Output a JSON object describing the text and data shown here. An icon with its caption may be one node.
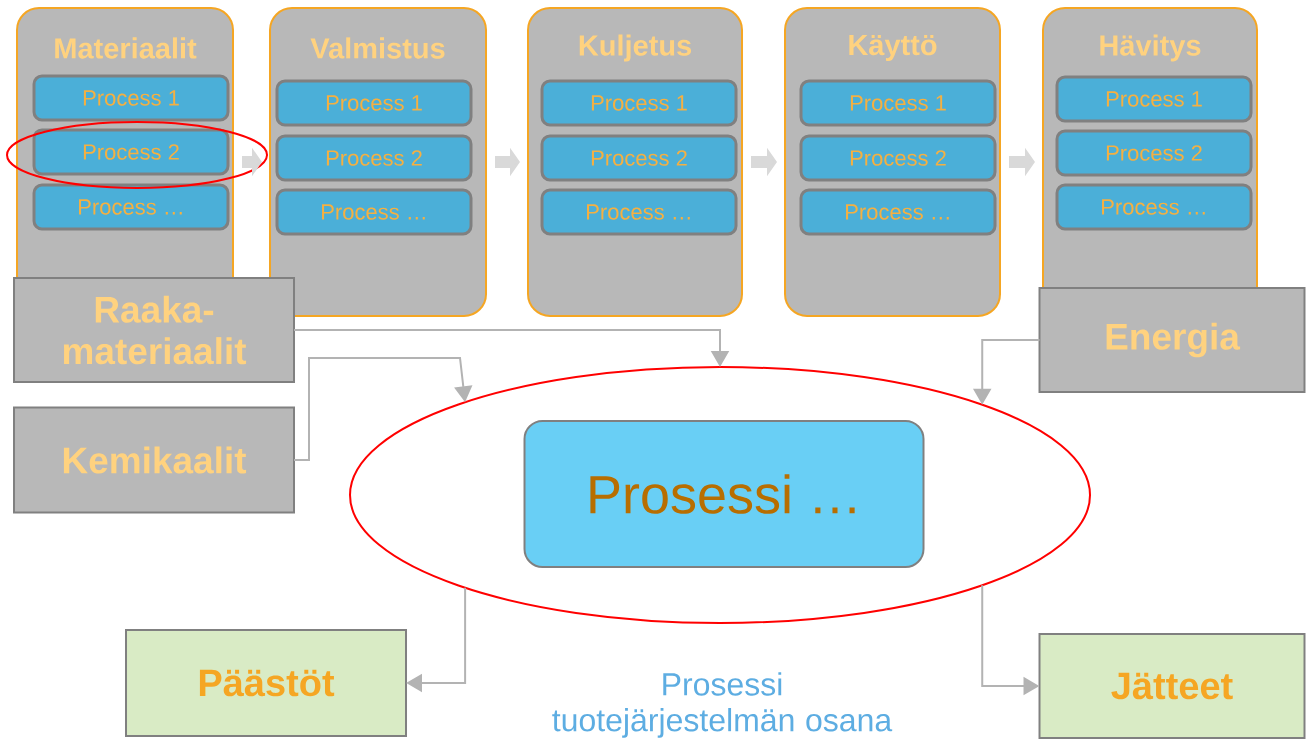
{
  "diagram": {
    "caption": "Prosessi tuotejärjestelmän osana",
    "nodes": [
      {
        "text": [
          "Materiaalit"
        ]
      },
      {
        "text": [
          "Process 1"
        ],
        "in": 0
      },
      {
        "text": [
          "Process 2"
        ],
        "in": 0
      },
      {
        "text": [
          "Process …"
        ],
        "in": 0
      },
      {
        "text": [
          "Valmistus"
        ]
      },
      {
        "text": [
          "Process 1"
        ],
        "in": 4
      },
      {
        "text": [
          "Process 2"
        ],
        "in": 4
      },
      {
        "text": [
          "Process …"
        ],
        "in": 4
      },
      {
        "text": [
          "Kuljetus"
        ]
      },
      {
        "text": [
          "Process 1"
        ],
        "in": 8
      },
      {
        "text": [
          "Process 2"
        ],
        "in": 8
      },
      {
        "text": [
          "Process …"
        ],
        "in": 8
      },
      {
        "text": [
          "Käyttö"
        ]
      },
      {
        "text": [
          "Process 1"
        ],
        "in": 12
      },
      {
        "text": [
          "Process 2"
        ],
        "in": 12
      },
      {
        "text": [
          "Process …"
        ],
        "in": 12
      },
      {
        "text": [
          "Hävitys"
        ]
      },
      {
        "text": [
          "Process 1"
        ],
        "in": 16
      },
      {
        "text": [
          "Process 2"
        ],
        "in": 16
      },
      {
        "text": [
          "Process …"
        ],
        "in": 16
      },
      {
        "text": [
          "Raaka- materiaalit"
        ]
      },
      {
        "text": [
          "Kemikaalit"
        ]
      },
      {
        "text": [
          "Energia"
        ]
      },
      {
        "text": [],
        "shape": "ellipse"
      },
      {
        "text": [
          "Prosessi …"
        ],
        "in": 23
      },
      {
        "text": [
          "Päästöt"
        ]
      },
      {
        "text": [
          "Jätteet"
        ]
      }
    ],
    "edges": [
      {
        "from": 0,
        "to": 4,
        "arrow": "to",
        "style": "thick",
        "color": "#d9d9d9"
      },
      {
        "from": 4,
        "to": 8,
        "arrow": "to",
        "style": "thick",
        "color": "#d9d9d9"
      },
      {
        "from": 8,
        "to": 12,
        "arrow": "to",
        "style": "thick",
        "color": "#d9d9d9"
      },
      {
        "from": 12,
        "to": 16,
        "arrow": "to",
        "style": "thick",
        "color": "#d9d9d9"
      },
      {
        "from": 20,
        "to": 23,
        "arrow": "to"
      },
      {
        "from": 21,
        "to": 23,
        "arrow": "to"
      },
      {
        "from": 22,
        "to": 23,
        "arrow": "to"
      },
      {
        "from": 23,
        "to": 25,
        "arrow": "to"
      },
      {
        "from": 23,
        "to": 26,
        "arrow": "to"
      }
    ]
  }
}
